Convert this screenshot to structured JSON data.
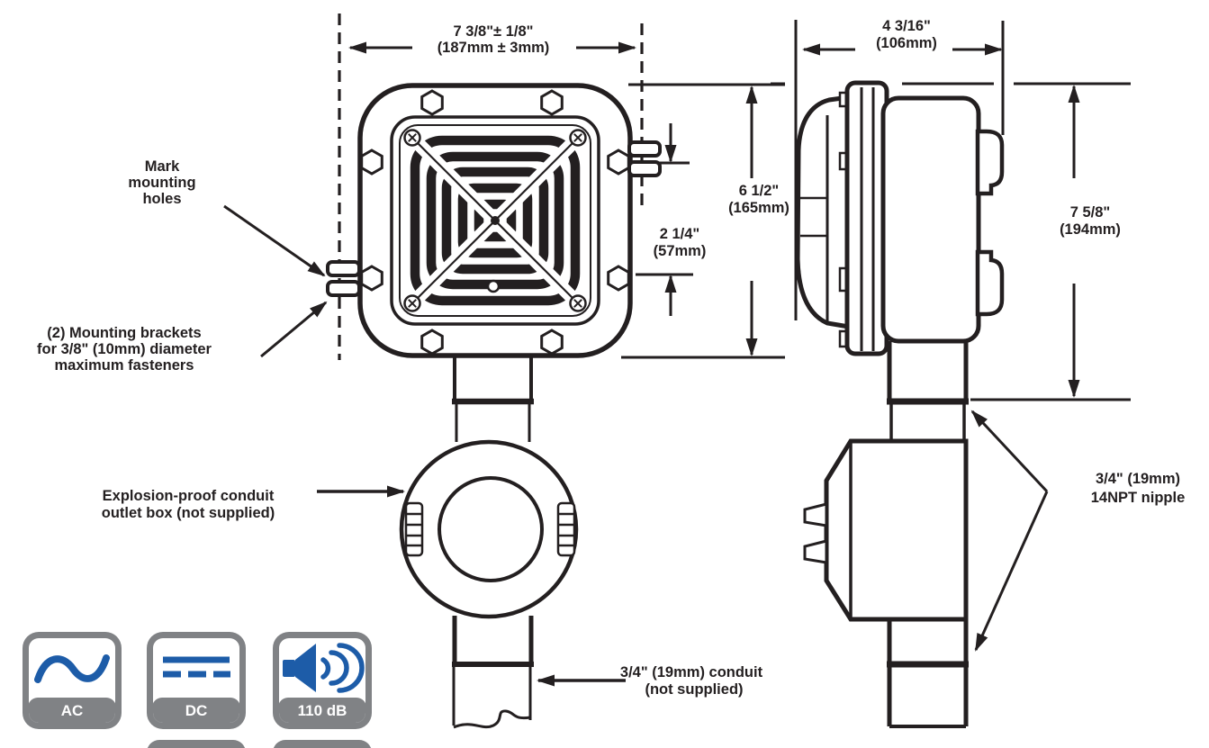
{
  "diagram": {
    "dimensions": {
      "front_width": [
        "7 3/8\"± 1/8\"",
        "(187mm ± 3mm)"
      ],
      "side_width": [
        "4 3/16\"",
        "(106mm)"
      ],
      "front_height": [
        "6 1/2\"",
        "(165mm)"
      ],
      "bracket_offset": [
        "2 1/4\"",
        "(57mm)"
      ],
      "side_height": [
        "7 5/8\"",
        "(194mm)"
      ]
    },
    "callouts": {
      "mark_holes": [
        "Mark",
        "mounting",
        "holes"
      ],
      "brackets": [
        "(2) Mounting brackets",
        "for 3/8\" (10mm) diameter",
        "maximum fasteners"
      ],
      "outlet_box": [
        "Explosion-proof conduit",
        "outlet box (not supplied)"
      ],
      "conduit": [
        "3/4\" (19mm) conduit",
        "(not supplied)"
      ],
      "nipple": [
        "3/4\" (19mm)",
        "14NPT nipple"
      ]
    }
  },
  "badges": [
    {
      "label": "AC",
      "icon": "ac-sine-icon"
    },
    {
      "label": "DC",
      "icon": "dc-lines-icon"
    },
    {
      "label": "110 dB",
      "icon": "speaker-icon"
    }
  ],
  "colors": {
    "line": "#231f20",
    "badge_gray": "#808285",
    "badge_blue": "#1d5ca8"
  }
}
